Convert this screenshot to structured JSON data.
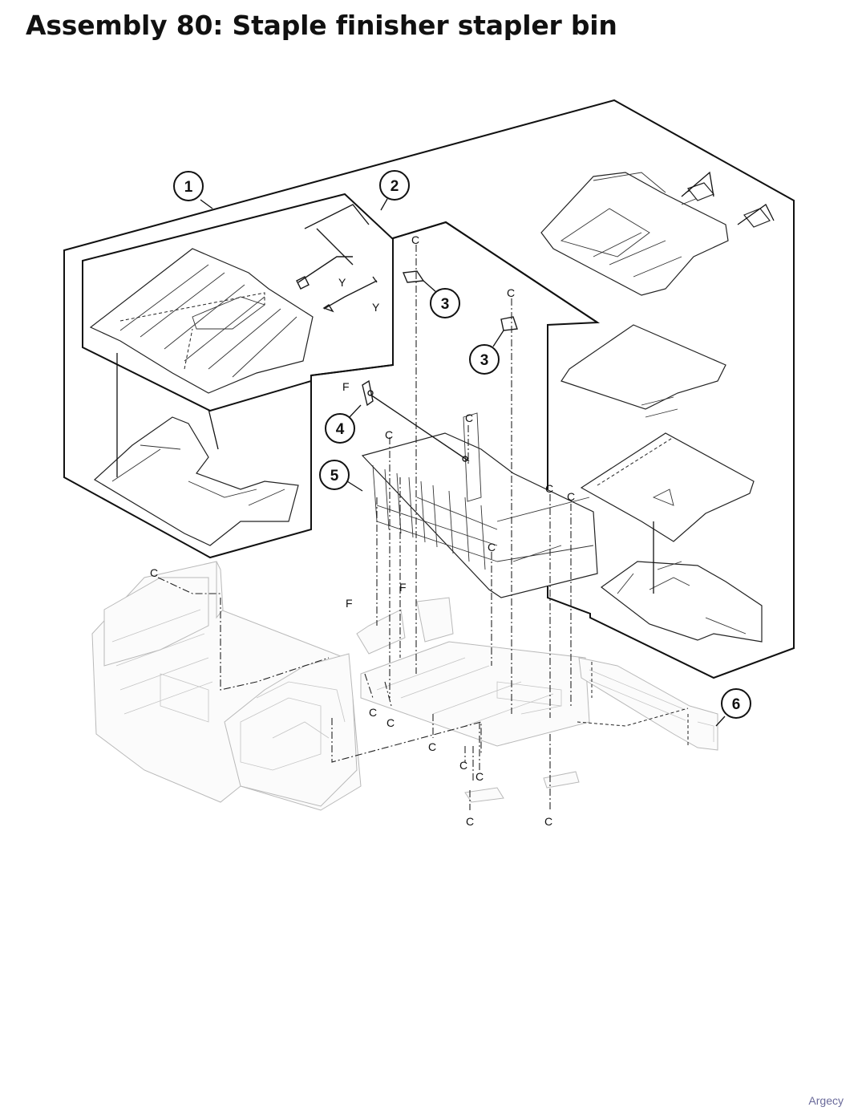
{
  "title": "Assembly 80: Staple finisher stapler bin",
  "footer": "Argecy",
  "callouts": [
    "1",
    "2",
    "3",
    "3",
    "4",
    "5",
    "6"
  ],
  "letters": {
    "Y": "Y",
    "C": "C",
    "F": "F"
  }
}
